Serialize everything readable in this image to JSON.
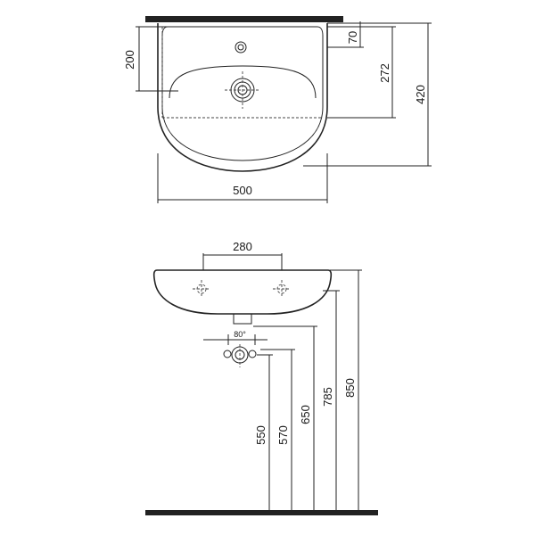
{
  "top_view": {
    "dim_width": "500",
    "dim_200": "200",
    "dim_70": "70",
    "dim_272": "272",
    "dim_420": "420"
  },
  "front_view": {
    "dim_280": "280",
    "dim_angle": "80°",
    "heights": [
      {
        "label": "550"
      },
      {
        "label": "570"
      },
      {
        "label": "650"
      },
      {
        "label": "785"
      },
      {
        "label": "850"
      }
    ]
  }
}
